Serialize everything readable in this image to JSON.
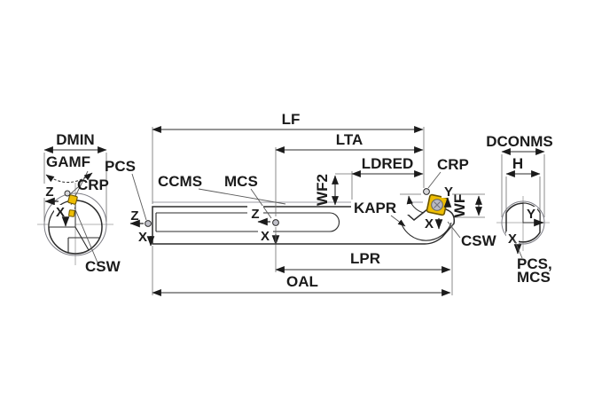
{
  "diagram": {
    "title_hint": "tool-dimension-drawing",
    "colors": {
      "background": "#ffffff",
      "body": "#c7c7cf",
      "insert": "#eebe04",
      "insert_outline": "#6b5500",
      "screw": "#b9bac3",
      "line": "#2b2b2b",
      "thin_line": "#6e6e6e"
    },
    "left_view": {
      "dmin": "DMIN",
      "gamf": "GAMF",
      "crp": "CRP",
      "csw": "CSW"
    },
    "main_view": {
      "lf": "LF",
      "lta": "LTA",
      "ldred": "LDRED",
      "wf2": "WF2",
      "pcs": "PCS",
      "ccms": "CCMS",
      "mcs": "MCS",
      "kapr": "KAPR",
      "crp": "CRP",
      "wf": "WF",
      "csw": "CSW",
      "lpr": "LPR",
      "oal": "OAL"
    },
    "right_view": {
      "dconms": "DCONMS",
      "h": "H",
      "pcs_mcs_line1": "PCS,",
      "pcs_mcs_line2": "MCS"
    },
    "axes": {
      "x": "X",
      "y": "Y",
      "z": "Z"
    }
  }
}
